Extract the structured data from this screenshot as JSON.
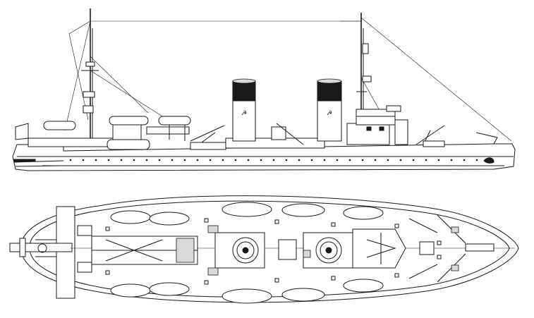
{
  "drawing": {
    "subject": "icebreaker",
    "views": [
      {
        "id": "profile",
        "kind": "side elevation"
      },
      {
        "id": "plan",
        "kind": "deck plan"
      }
    ],
    "funnel_count": 2,
    "mast_count": 2,
    "emblem": "hammer-and-sickle",
    "ink_color": "#1a1a1a",
    "paper_color": "#ffffff"
  }
}
